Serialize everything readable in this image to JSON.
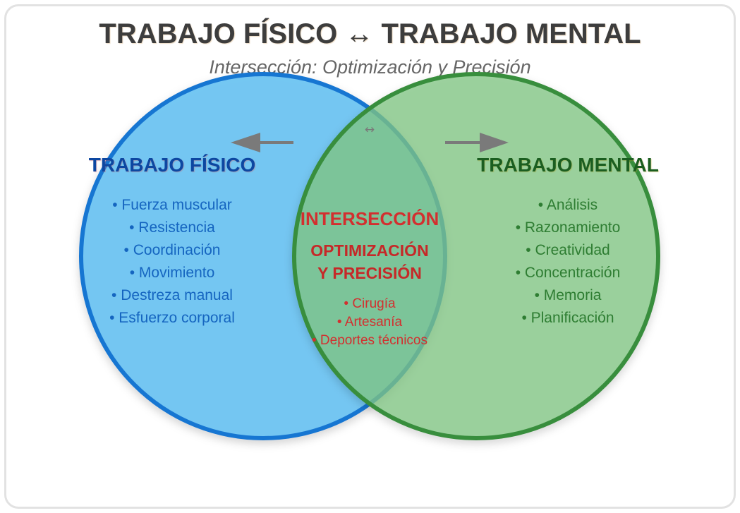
{
  "title": "TRABAJO FÍSICO ↔ TRABAJO MENTAL",
  "subtitle": "Intersección: Optimización y Precisión",
  "colors": {
    "physical_fill": "#64c1f2",
    "physical_stroke": "#1976d2",
    "physical_heading": "#0d47a1",
    "physical_text": "#1565c0",
    "mental_fill": "#81c784",
    "mental_stroke": "#388e3c",
    "mental_heading": "#1b5e20",
    "mental_text": "#2e7d32",
    "intersection_text": "#d32f2f",
    "arrow": "#7a7a7a",
    "title": "#3d3d3d",
    "subtitle": "#666666",
    "frame_border": "#e2e2e2"
  },
  "connector_symbol": "↔",
  "physical": {
    "heading": "TRABAJO FÍSICO",
    "arrow_icon": "arrow-left",
    "items": [
      "• Fuerza muscular",
      "• Resistencia",
      "• Coordinación",
      "• Movimiento",
      "• Destreza manual",
      "• Esfuerzo corporal"
    ]
  },
  "mental": {
    "heading": "TRABAJO MENTAL",
    "arrow_icon": "arrow-right",
    "items": [
      "• Análisis",
      "• Razonamiento",
      "• Creatividad",
      "• Concentración",
      "• Memoria",
      "• Planificación"
    ]
  },
  "intersection": {
    "heading": "INTERSECCIÓN",
    "subheading_lines": [
      "OPTIMIZACIÓN",
      "Y PRECISIÓN"
    ],
    "items": [
      "• Cirugía",
      "• Artesanía",
      "• Deportes técnicos"
    ]
  }
}
